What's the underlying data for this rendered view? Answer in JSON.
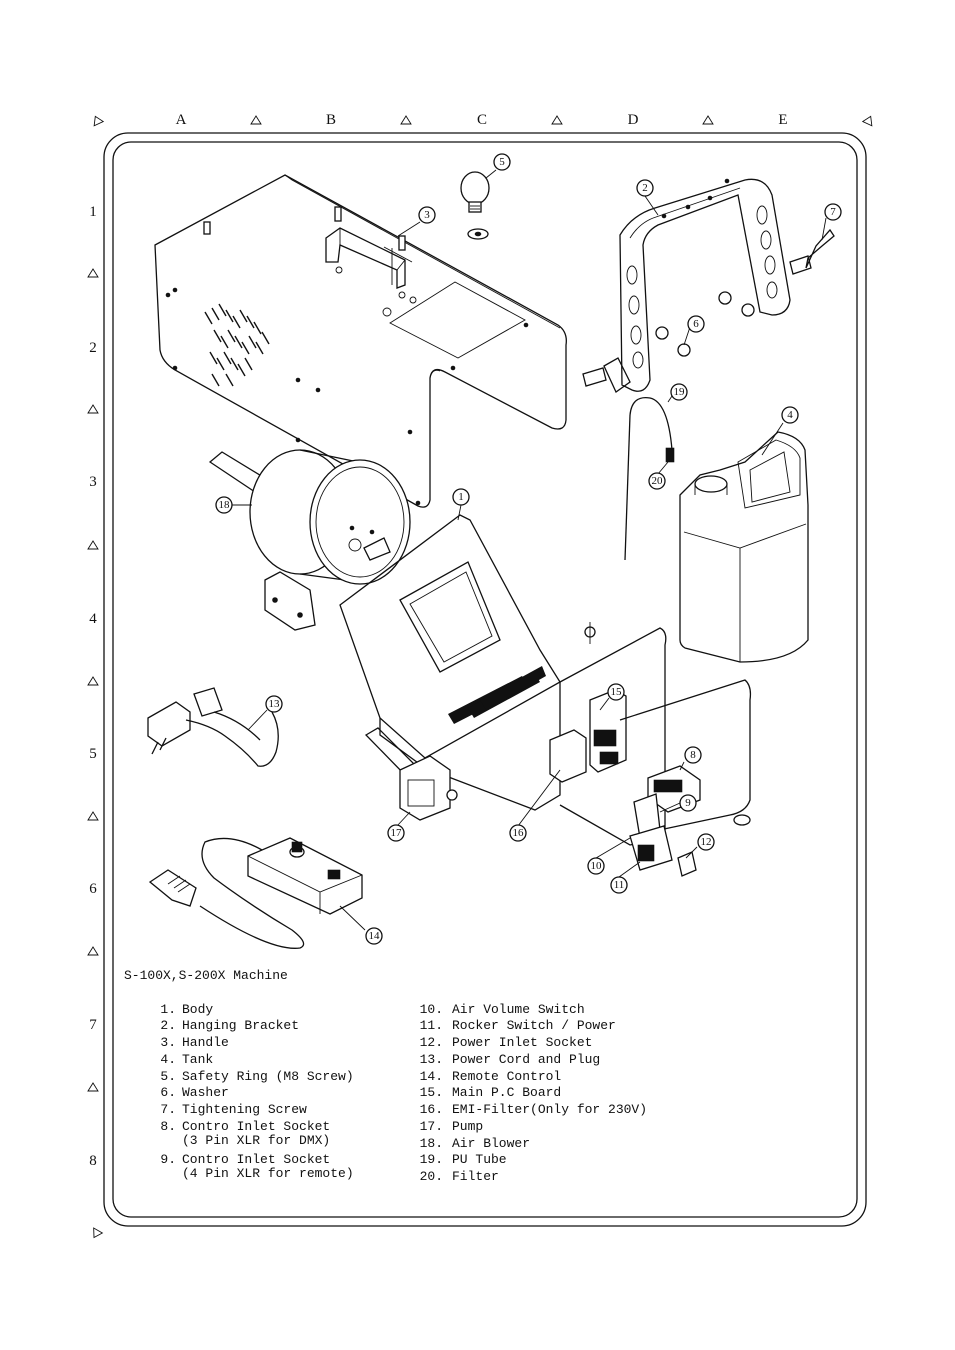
{
  "grid": {
    "columns": [
      "A",
      "B",
      "C",
      "D",
      "E"
    ],
    "rows": [
      "1",
      "2",
      "3",
      "4",
      "5",
      "6",
      "7",
      "8"
    ]
  },
  "caption": "S-100X,S-200X Machine",
  "callouts": [
    "1",
    "2",
    "3",
    "4",
    "5",
    "6",
    "7",
    "8",
    "9",
    "10",
    "11",
    "12",
    "13",
    "14",
    "15",
    "16",
    "17",
    "18",
    "19",
    "20"
  ],
  "parts_left": [
    {
      "num": "1.",
      "name": "Body"
    },
    {
      "num": "2.",
      "name": "Hanging Bracket"
    },
    {
      "num": "3.",
      "name": "Handle"
    },
    {
      "num": "4.",
      "name": "Tank"
    },
    {
      "num": "5.",
      "name": "Safety Ring (M8 Screw)"
    },
    {
      "num": "6.",
      "name": "Washer"
    },
    {
      "num": "7.",
      "name": "Tightening Screw"
    },
    {
      "num": "8.",
      "name": "Contro Inlet Socket",
      "sub": "(3 Pin XLR for DMX)"
    },
    {
      "num": "9.",
      "name": "Contro Inlet Socket",
      "sub": "(4 Pin XLR for remote)"
    }
  ],
  "parts_right": [
    {
      "num": "10.",
      "name": "Air Volume Switch"
    },
    {
      "num": "11.",
      "name": "Rocker Switch / Power"
    },
    {
      "num": "12.",
      "name": "Power Inlet Socket"
    },
    {
      "num": "13.",
      "name": "Power Cord and Plug"
    },
    {
      "num": "14.",
      "name": "Remote Control"
    },
    {
      "num": "15.",
      "name": "Main P.C Board"
    },
    {
      "num": "16.",
      "name": "EMI-Filter(Only for 230V)"
    },
    {
      "num": "17.",
      "name": "Pump"
    },
    {
      "num": "18.",
      "name": "Air Blower"
    },
    {
      "num": "19.",
      "name": "PU Tube"
    },
    {
      "num": "20.",
      "name": "Filter"
    }
  ]
}
